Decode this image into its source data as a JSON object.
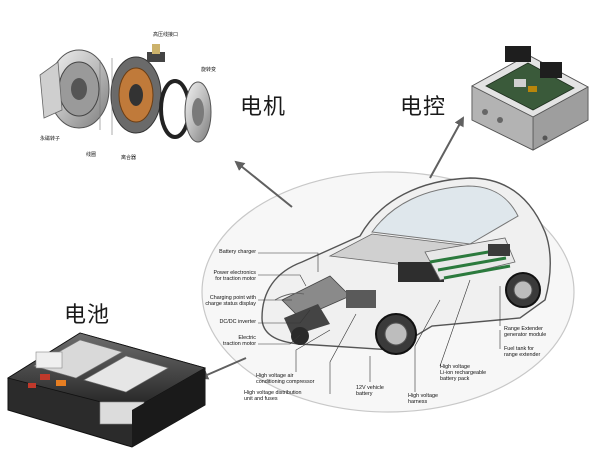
{
  "sections": {
    "motor": "电机",
    "controller": "电控",
    "battery": "电池"
  },
  "motor_parts": {
    "hv_connector": "高压线接口",
    "rotor_label": "永磁转子",
    "stator_label": "线圈",
    "resolver": "旋转变",
    "clutch": "离合器"
  },
  "car_callouts_left": [
    "Battery charger",
    "Power electronics\nfor traction motor",
    "Charging point with\ncharge status display",
    "DC/DC inverter",
    "Electric\ntraction motor"
  ],
  "car_callouts_bottom": [
    "High voltage air\nconditioning compressor",
    "High voltage distribution\nunit and fuses",
    "12V vehicle\nbattery",
    "High voltage\nharness",
    "High voltage\nLi-ion rechargeable\nbattery pack"
  ],
  "car_callouts_right": [
    "Range Extender\ngenerator module",
    "Fuel tank for\nrange extender"
  ],
  "colors": {
    "arrow": "#606060",
    "ellipse": "#c8c8c8",
    "label": "#1a1a1a"
  }
}
